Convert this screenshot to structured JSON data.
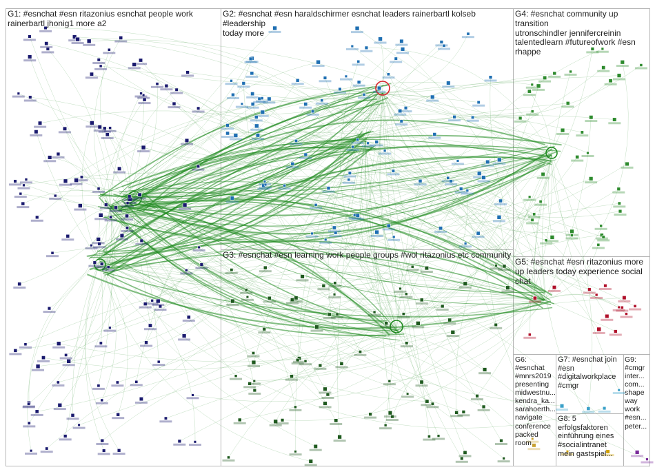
{
  "groups": [
    {
      "id": "G1",
      "title": "G1: #esnchat #esn ritazonius esnchat people work\nrainerbartl jhonig1 more a2",
      "color": "#1a1a6e"
    },
    {
      "id": "G2",
      "title": "G2: #esnchat #esn haraldschirmer esnchat leaders rainerbartl kolseb #leadership\ntoday more",
      "color": "#1f6fb2"
    },
    {
      "id": "G3",
      "title": "G3: #esnchat #esn learning work people groups #wol ritazonius etc community",
      "color": "#1f5a1f"
    },
    {
      "id": "G4",
      "title": "G4: #esnchat community up transition\nutronschindler jennifercreinin\ntalentedlearn #futureofwork #esn\nrhappe",
      "color": "#2e8b2e"
    },
    {
      "id": "G5",
      "title": "G5: #esnchat #esn ritazonius more\nup leaders today experience social\nchat",
      "color": "#b0102a"
    },
    {
      "id": "G6",
      "title": "G6:\n#esnchat\n#mnrs2019\npresenting\nmidwestnu...\nkendra_ka...\nsarahoerth...\nnavigate\nconference\npacked\nroom",
      "color": "#c8a030"
    },
    {
      "id": "G7",
      "title": "G7: #esnchat join\n#esn\n#digitalworkplace\n#cmgr",
      "color": "#3aa0c8"
    },
    {
      "id": "G8",
      "title": "G8: 5\nerfolgsfaktoren\neinführung eines\n#socialintranet\nmein gastspiel...",
      "color": "#d0a000"
    },
    {
      "id": "G9",
      "title": "G9:\n#cmgr\ninter...\ncom...\nshape\nway\nwork\n#esn...\npeter...",
      "color": "#7a2a9a"
    }
  ],
  "edge_color": "#1f8a1f"
}
